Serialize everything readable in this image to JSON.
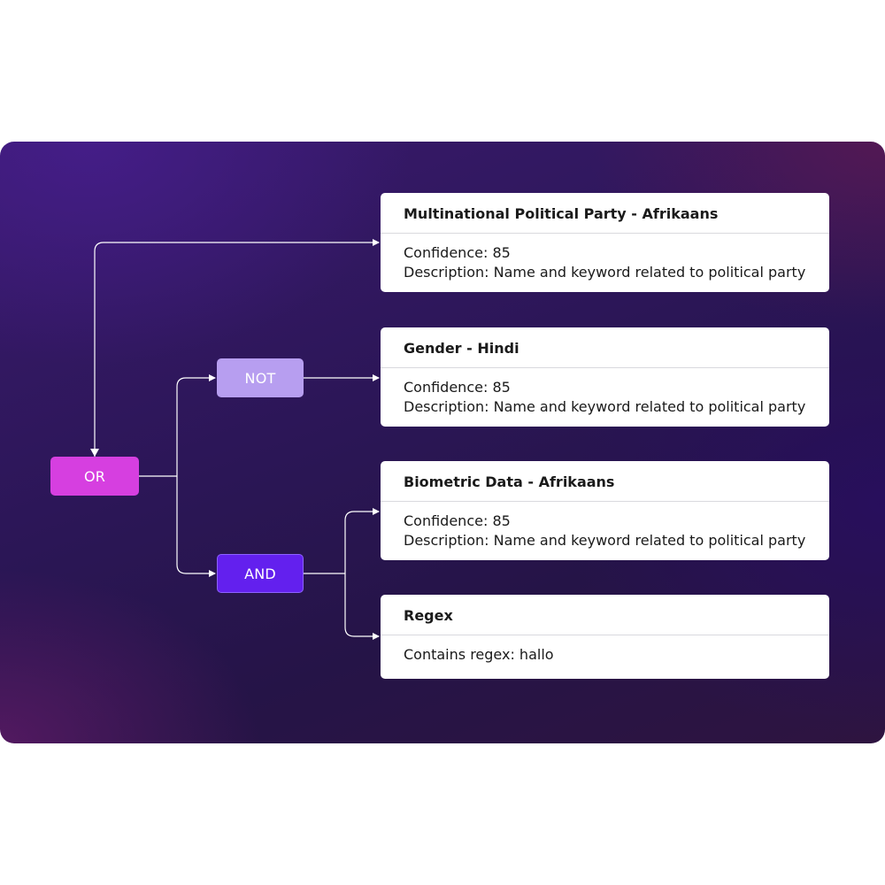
{
  "operators": {
    "or": "OR",
    "not": "NOT",
    "and": "AND"
  },
  "cards": [
    {
      "title": "Multinational Political Party - Afrikaans",
      "confidence": "Confidence: 85",
      "description": "Description: Name and keyword related to political party"
    },
    {
      "title": "Gender - Hindi",
      "confidence": "Confidence: 85",
      "description": "Description: Name and keyword related to political party"
    },
    {
      "title": "Biometric Data - Afrikaans",
      "confidence": "Confidence: 85",
      "description": "Description: Name and keyword related to political party"
    },
    {
      "title": "Regex",
      "detail": "Contains regex: hallo"
    }
  ],
  "colors": {
    "or": "#d63fe0",
    "not": "#b79ef0",
    "and": "#6320ee",
    "connector": "#ffffff"
  }
}
